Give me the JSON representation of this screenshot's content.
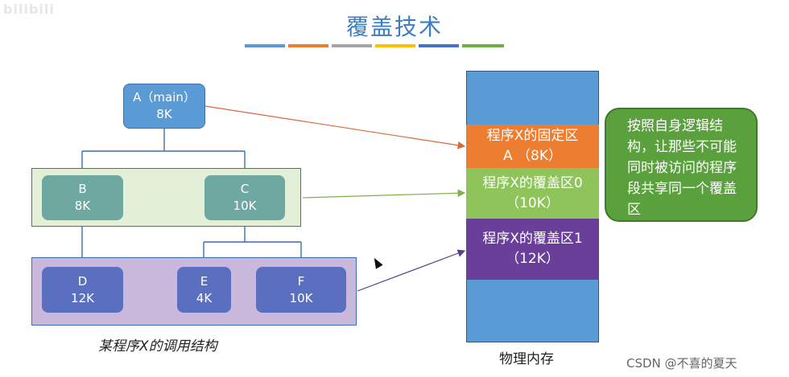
{
  "title": "覆盖技术",
  "watermark_top": "bilibili",
  "watermark_bottom": "CSDN @不喜的夏天",
  "title_bar_colors": [
    "#5b9bd5",
    "#ed7d31",
    "#a5a5a5",
    "#ffc000",
    "#4472c4",
    "#70ad47"
  ],
  "tree": {
    "a": {
      "name": "A（main）",
      "size": "8K"
    },
    "b": {
      "name": "B",
      "size": "8K"
    },
    "c": {
      "name": "C",
      "size": "10K"
    },
    "d": {
      "name": "D",
      "size": "12K"
    },
    "e": {
      "name": "E",
      "size": "4K"
    },
    "f": {
      "name": "F",
      "size": "10K"
    }
  },
  "tree_caption": "某程序X的调用结构",
  "memory": {
    "label": "物理内存",
    "fixed": {
      "line1": "程序X的固定区",
      "line2": "A （8K）"
    },
    "overlay0": {
      "line1": "程序X的覆盖区0",
      "line2": "（10K）"
    },
    "overlay1": {
      "line1": "程序X的覆盖区1",
      "line2": "（12K）"
    }
  },
  "note": "按照自身逻辑结构，让那些不可能同时被访问的程序段共享同一个覆盖区",
  "colors": {
    "node_a": "#5b9bd5",
    "level2_bg": "#e3efd6",
    "level2_node": "#6ea8a1",
    "level3_bg": "#c9b8dc",
    "level3_node": "#5b6fc0",
    "memory_base": "#5b9bd5",
    "fixed": "#ed7d31",
    "overlay0": "#8fc45a",
    "overlay1": "#6a3f9a",
    "note": "#5aa13e"
  }
}
